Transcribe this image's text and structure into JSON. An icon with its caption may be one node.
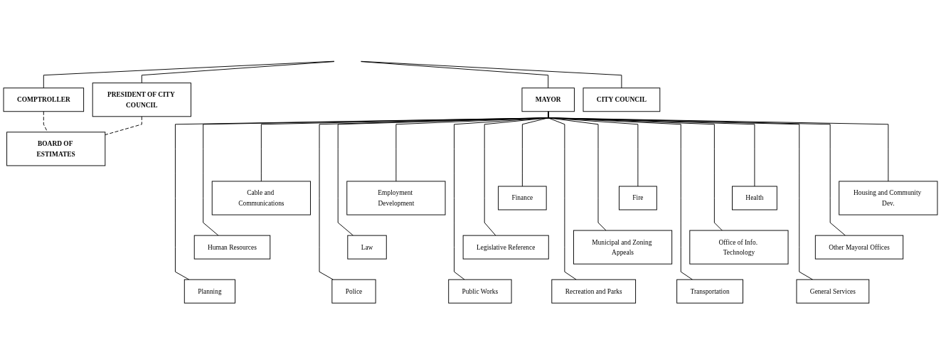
{
  "diagram": {
    "nodes": [
      {
        "text": [
          "COMPTROLLER"
        ]
      },
      {
        "text": [
          "MAYOR"
        ]
      },
      {
        "text": [
          "PRESIDENT OF CITY COUNCIL"
        ]
      },
      {
        "text": [
          "CITY COUNCIL"
        ]
      },
      {
        "text": [
          "BOARD OF ESTIMATES"
        ]
      },
      {
        "text": [
          "Cable and Communications"
        ]
      },
      {
        "text": [
          "Employment Development"
        ]
      },
      {
        "text": [
          "Finance"
        ]
      },
      {
        "text": [
          "Fire"
        ]
      },
      {
        "text": [
          "Health"
        ]
      },
      {
        "text": [
          "Housing and Community Dev."
        ]
      },
      {
        "text": [
          "Human Resources"
        ]
      },
      {
        "text": [
          "Law"
        ]
      },
      {
        "text": [
          "Legislative Reference"
        ]
      },
      {
        "text": [
          "Municipal and Zoning Appeals"
        ]
      },
      {
        "text": [
          "Office of Info. Technology"
        ]
      },
      {
        "text": [
          "Other Mayoral Offices"
        ]
      },
      {
        "text": [
          "Planning"
        ]
      },
      {
        "text": [
          "Police"
        ]
      },
      {
        "text": [
          "Public Works"
        ]
      },
      {
        "text": [
          "Recreation and Parks"
        ]
      },
      {
        "text": [
          "Transportation"
        ]
      },
      {
        "text": [
          "General Services"
        ]
      }
    ],
    "edges": [
      {
        "from": null,
        "to": 0,
        "arrow": "none"
      },
      {
        "from": null,
        "to": 1,
        "arrow": "none"
      },
      {
        "from": null,
        "to": 2,
        "arrow": "none"
      },
      {
        "from": null,
        "to": 3,
        "arrow": "none"
      },
      {
        "from": 4,
        "to": 0,
        "arrow": "none",
        "style": "dashed"
      },
      {
        "from": 4,
        "to": 2,
        "arrow": "none",
        "style": "dashed"
      },
      {
        "from": 1,
        "to": 5,
        "arrow": "none"
      },
      {
        "from": 1,
        "to": 6,
        "arrow": "none"
      },
      {
        "from": 1,
        "to": 7,
        "arrow": "none"
      },
      {
        "from": 1,
        "to": 8,
        "arrow": "none"
      },
      {
        "from": 1,
        "to": 9,
        "arrow": "none"
      },
      {
        "from": 1,
        "to": 10,
        "arrow": "none"
      },
      {
        "from": 1,
        "to": 11,
        "arrow": "none"
      },
      {
        "from": 1,
        "to": 12,
        "arrow": "none"
      },
      {
        "from": 1,
        "to": 13,
        "arrow": "none"
      },
      {
        "from": 1,
        "to": 14,
        "arrow": "none"
      },
      {
        "from": 1,
        "to": 15,
        "arrow": "none"
      },
      {
        "from": 1,
        "to": 16,
        "arrow": "none"
      },
      {
        "from": 1,
        "to": 17,
        "arrow": "none"
      },
      {
        "from": 1,
        "to": 18,
        "arrow": "none"
      },
      {
        "from": 1,
        "to": 19,
        "arrow": "none"
      },
      {
        "from": 1,
        "to": 20,
        "arrow": "none"
      },
      {
        "from": 1,
        "to": 21,
        "arrow": "none"
      },
      {
        "from": 1,
        "to": 22,
        "arrow": "none"
      }
    ]
  }
}
